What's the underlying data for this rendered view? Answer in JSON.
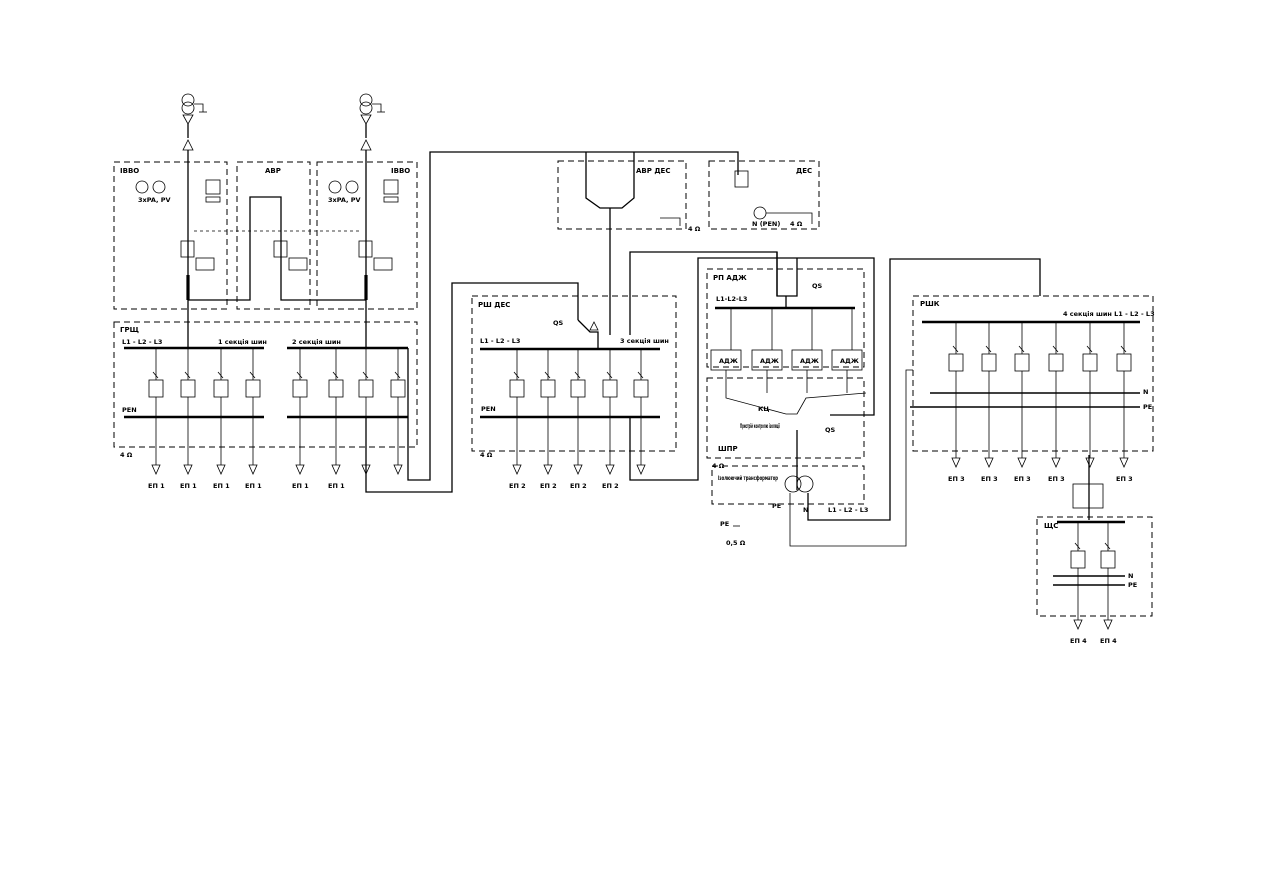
{
  "labels": {
    "ivvo": "ІВВО",
    "ivvo2": "ІВВО",
    "avr": "АВР",
    "meter1": "3xPA, PV",
    "meter2": "3xPA, PV",
    "grshch": "ГРЩ",
    "l123_grshch": "L1 - L2 - L3",
    "sec1": "1 секція шин",
    "sec2": "2 секція шин",
    "pen1": "PEN",
    "ground1": "4 Ω",
    "avr_des": "АВР ДЕС",
    "ground_avr": "4 Ω",
    "des": "ДЕС",
    "n_pen": "N (PEN)",
    "ground_des": "4 Ω",
    "rsh_des": "РШ ДЕС",
    "qs1": "QS",
    "l123_rsh": "L1 - L2 - L3",
    "sec3": "3 секція шин",
    "pen2": "PEN",
    "ground2": "4 Ω",
    "rp_adzh": "РП АДЖ",
    "l123_rp": "L1-L2-L3",
    "qs2": "QS",
    "adzh": "АДЖ",
    "qs3": "QS",
    "shpr": "ШПР",
    "ground_shpr": "4 Ω",
    "transformer": "Ізолюючий трансформатор",
    "re": "РЕ",
    "ground_05": "0,5 Ω",
    "n_lbl": "N",
    "l123_tr": "L1 - L2 - L3",
    "rshk": "РШК",
    "sec4": "4 секція шин  L1 - L2 - L3",
    "n_rshk": "N",
    "pe_rshk": "PE",
    "shs": "ЩС",
    "n_shs": "N",
    "pe_shs": "PE",
    "ep1": "ЕП 1",
    "ep2": "ЕП 2",
    "ep3": "ЕП 3",
    "ep4": "ЕП 4",
    "kd_label": "КЦ",
    "sensor_label": "Пристрій контролю ізоляції"
  }
}
